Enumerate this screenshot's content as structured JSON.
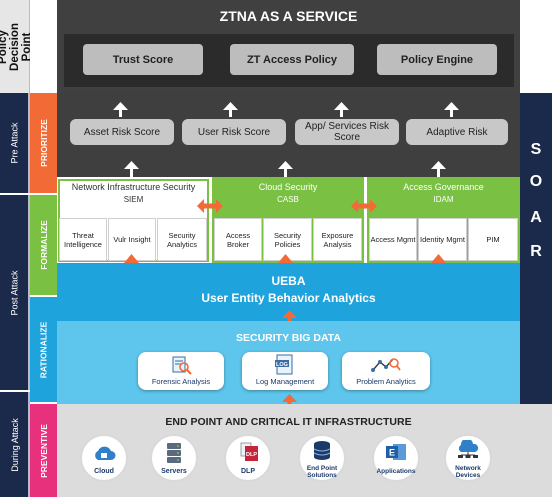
{
  "pdp": {
    "label": "Policy Decision Point"
  },
  "ztna": {
    "title": "ZTNA AS A SERVICE",
    "buttons": [
      "Trust Score",
      "ZT Access Policy",
      "Policy Engine"
    ]
  },
  "phases": [
    "Pre Attack",
    "Post Attack",
    "During Attack"
  ],
  "stages": [
    "PRIORITIZE",
    "FORMALIZE",
    "RATIONALIZE",
    "PREVENTIVE"
  ],
  "prioritize": {
    "scores": [
      "Asset Risk Score",
      "User Risk Score",
      "App/ Services Risk Score",
      "Adaptive Risk"
    ]
  },
  "formalize": {
    "groups": [
      {
        "title": "Network Infrastructure Security",
        "subtitle": "SIEM",
        "items": [
          "Threat Intelligence",
          "Vulr Insight",
          "Security Analytics"
        ]
      },
      {
        "title": "Cloud Security",
        "subtitle": "CASB",
        "items": [
          "Access Broker",
          "Security Policies",
          "Exposure Analysis"
        ]
      },
      {
        "title": "Access Governance",
        "subtitle": "IDAM",
        "items": [
          "Access Mgmt",
          "Identity Mgmt",
          "PIM"
        ]
      }
    ]
  },
  "ueba": {
    "title": "UEBA",
    "subtitle": "User Entity Behavior Analytics"
  },
  "bigdata": {
    "title": "SECURITY BIG DATA",
    "items": [
      "Forensic Analysis",
      "Log Management",
      "Problem Analytics"
    ],
    "log_tag": "LOG"
  },
  "endpoint": {
    "title": "END POINT AND CRITICAL IT INFRASTRUCTURE",
    "items": [
      "Cloud",
      "Servers",
      "DLP",
      "End Point Solutions",
      "Applications",
      "Network Devices"
    ],
    "dlp_tag": "DLP"
  },
  "soar": {
    "letters": [
      "S",
      "O",
      "A",
      "R"
    ]
  },
  "colors": {
    "dark": "#404040",
    "darker": "#2b2b2b",
    "navy": "#1b2a4a",
    "orange": "#f26a36",
    "green": "#7ac043",
    "blue": "#1fa3dc",
    "lightblue": "#5ec6ec",
    "pink": "#e8317c",
    "pale": "#dcdcdc"
  }
}
